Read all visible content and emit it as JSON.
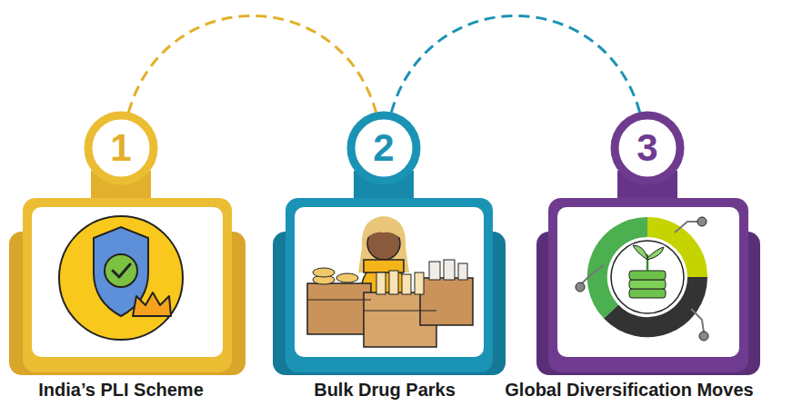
{
  "diagram": {
    "nodes": [
      {
        "text": [
          "1"
        ]
      },
      {
        "text": [
          "India’s PLI Scheme"
        ]
      },
      {
        "text": [
          "2"
        ]
      },
      {
        "text": [
          "Bulk Drug Parks"
        ]
      },
      {
        "text": [
          "3"
        ]
      },
      {
        "text": [
          "Global Diversification Moves"
        ]
      }
    ],
    "edges": [
      {
        "from": 0,
        "to": 2,
        "arrow": "none"
      },
      {
        "from": 2,
        "to": 4,
        "arrow": "none"
      }
    ]
  }
}
